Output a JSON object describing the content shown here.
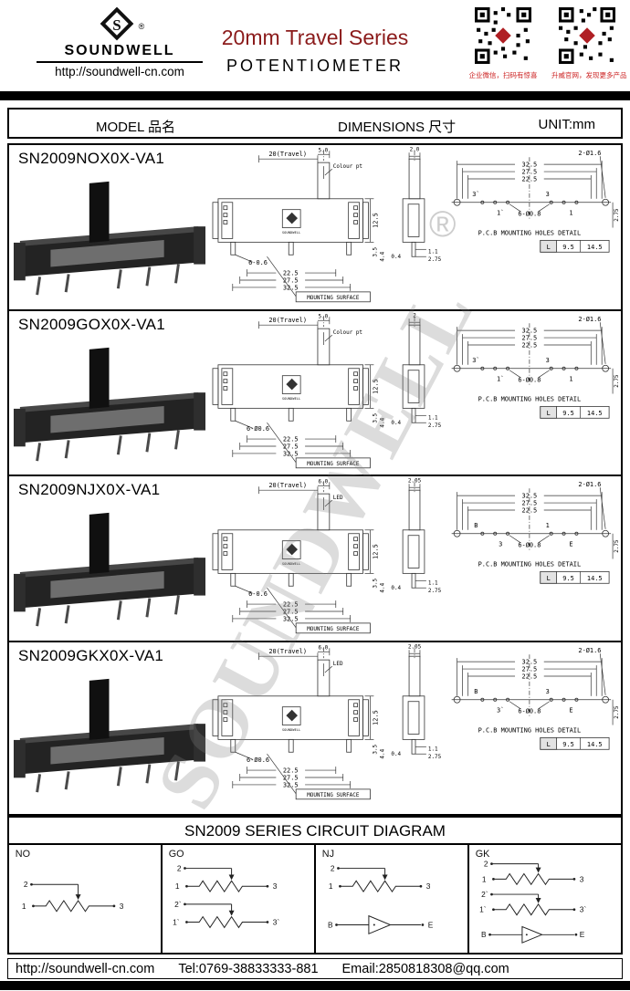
{
  "watermark": {
    "text": "SOUNDWELL",
    "reg": "®"
  },
  "header": {
    "logo_s": "S",
    "logo_name": "SOUNDWELL",
    "logo_reg": "®",
    "url": "http://soundwell-cn.com",
    "title1": "20mm Travel Series",
    "title2": "POTENTIOMETER",
    "qr1_caption": "企业微信，扫码有惊喜",
    "qr2_caption": "升威官网，发现更多产品"
  },
  "table_header": {
    "model": "MODEL 品名",
    "dimensions": "DIMENSIONS 尺寸",
    "unit": "UNIT:mm"
  },
  "drawing_logo": "SOUNDWELL",
  "rows": [
    {
      "model": "SN2009NOX0X-VA1",
      "front": {
        "travel": "20(Travel)",
        "knob": "5.0",
        "knob_label": "Colour pt",
        "height": "12.5",
        "p1": "3.5",
        "p2": "4.4",
        "holes": "6-0.6",
        "d1": "22.5",
        "d2": "27.5",
        "d3": "32.5",
        "surface": "MOUNTING SURFACE"
      },
      "side": {
        "top": "2.0",
        "b1": "0.4",
        "b2": "1.1",
        "b3": "2.75"
      },
      "pcb": {
        "d3": "32.5",
        "d2": "27.5",
        "d1": "22.5",
        "end_holes": "2-Ø1.6",
        "t0": "3`",
        "t1": "1`",
        "t2": "3",
        "t3": "1",
        "holes": "6-Ø0.8",
        "v": "2.75",
        "caption": "P.C.B MOUNTING HOLES DETAIL",
        "L": "L",
        "l1": "9.5",
        "l2": "14.5"
      }
    },
    {
      "model": "SN2009GOX0X-VA1",
      "front": {
        "travel": "20(Travel)",
        "knob": "5.0",
        "knob_label": "Colour pt",
        "height": "12.5",
        "p1": "3.5",
        "p2": "4.4",
        "holes": "6-Ø0.6",
        "d1": "22.5",
        "d2": "27.5",
        "d3": "32.5",
        "surface": "MOUNTING SURFACE"
      },
      "side": {
        "top": "2",
        "b1": "0.4",
        "b2": "1.1",
        "b3": "2.75"
      },
      "pcb": {
        "d3": "32.5",
        "d2": "27.5",
        "d1": "22.5",
        "end_holes": "2-Ø1.6",
        "t0": "3`",
        "t1": "1`",
        "t2": "3",
        "t3": "1",
        "holes": "6-Ø0.8",
        "v": "2.75",
        "caption": "P.C.B MOUNTING HOLES DETAIL",
        "L": "L",
        "l1": "9.5",
        "l2": "14.5"
      }
    },
    {
      "model": "SN2009NJX0X-VA1",
      "front": {
        "travel": "20(Travel)",
        "knob": "6.0",
        "knob_label": "LED",
        "height": "12.5",
        "p1": "3.5",
        "p2": "4.4",
        "holes": "6-0.6",
        "d1": "22.5",
        "d2": "27.5",
        "d3": "32.5",
        "surface": "MOUNTING SURFACE"
      },
      "side": {
        "top": "2.05",
        "b1": "0.4",
        "b2": "1.1",
        "b3": "2.75"
      },
      "pcb": {
        "d3": "32.5",
        "d2": "27.5",
        "d1": "22.5",
        "end_holes": "2-Ø1.6",
        "t0": "B",
        "t1": "3",
        "t2": "1",
        "t3": "E",
        "holes": "6-Ø0.8",
        "v": "2.75",
        "caption": "P.C.B MOUNTING HOLES DETAIL",
        "L": "L",
        "l1": "9.5",
        "l2": "14.5"
      }
    },
    {
      "model": "SN2009GKX0X-VA1",
      "front": {
        "travel": "20(Travel)",
        "knob": "6.0",
        "knob_label": "LED",
        "height": "12.5",
        "p1": "3.5",
        "p2": "4.4",
        "holes": "6-Ø0.6",
        "d1": "22.5",
        "d2": "27.5",
        "d3": "32.5",
        "surface": "MOUNTING SURFACE"
      },
      "side": {
        "top": "2.05",
        "b1": "0.4",
        "b2": "1.1",
        "b3": "2.75"
      },
      "pcb": {
        "d3": "32.5",
        "d2": "27.5",
        "d1": "22.5",
        "end_holes": "2-Ø1.6",
        "t0": "B",
        "t1": "3`",
        "t2": "3",
        "t3": "E",
        "holes": "6-Ø0.8",
        "v": "2.75",
        "caption": "P.C.B MOUNTING HOLES DETAIL",
        "L": "L",
        "l1": "9.5",
        "l2": "14.5"
      }
    }
  ],
  "circuit": {
    "title": "SN2009  SERIES CIRCUIT DIAGRAM",
    "panels": [
      {
        "name": "NO",
        "t2": "2",
        "t1": "1",
        "t3": "3"
      },
      {
        "name": "GO",
        "t2": "2",
        "t1": "1",
        "t3": "3",
        "t2b": "2`",
        "t1b": "1`",
        "t3b": "3`"
      },
      {
        "name": "NJ",
        "t2": "2",
        "t1": "1",
        "t3": "3",
        "b": "B",
        "e": "E"
      },
      {
        "name": "GK",
        "t2": "2",
        "t1": "1",
        "t3": "3",
        "t2b": "2`",
        "t1b": "1`",
        "t3b": "3`",
        "b": "B",
        "e": "E"
      }
    ]
  },
  "footer": {
    "url": "http://soundwell-cn.com",
    "tel": "Tel:0769-38833333-881",
    "email": "Email:2850818308@qq.com"
  }
}
